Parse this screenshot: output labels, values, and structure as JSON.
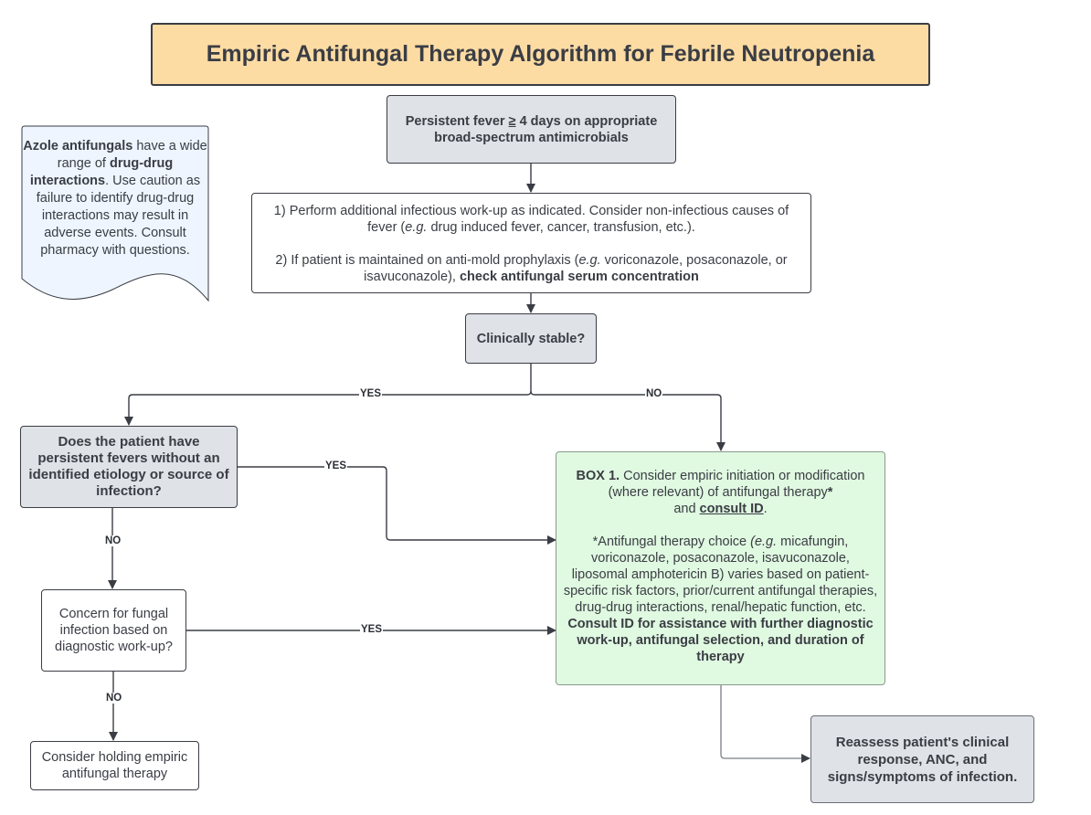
{
  "title": "Empiric Antifungal Therapy Algorithm for Febrile Neutropenia",
  "note": {
    "bold1": "Azole antifungals",
    "t1": " have a wide range of ",
    "bold2": "drug-drug interactions",
    "t2": ". Use caution as failure to identify drug-drug interactions may result in adverse events. Consult pharmacy with questions."
  },
  "start": {
    "t1": "Persistent fever ",
    "ge": "≥",
    "t2": " 4 days on appropriate broad-spectrum antimicrobials"
  },
  "workup": {
    "p1_a": "1) Perform additional infectious work-up as indicated. Consider non-infectious causes of fever (",
    "p1_eg": "e.g.",
    "p1_b": " drug induced fever, cancer, transfusion, etc.).",
    "p2_a": "2) If patient is maintained on anti-mold prophylaxis (",
    "p2_eg": "e.g.",
    "p2_b": " voriconazole, posaconazole, or isavuconazole), ",
    "p2_bold": "check antifungal serum concentration"
  },
  "stable": {
    "text": "Clinically stable?"
  },
  "persistent": {
    "text": "Does the patient have persistent fevers without an identified etiology or source of infection?"
  },
  "concern": {
    "text": "Concern for fungal infection based on diagnostic work-up?"
  },
  "hold": {
    "text": "Consider holding empiric antifungal therapy"
  },
  "box1": {
    "label": "BOX 1.",
    "l1": " Consider empiric initiation or modification (where relevant) of antifungal therapy",
    "star": "*",
    "and": "and ",
    "consult": "consult ID",
    "period": ".",
    "p2_star": "*Antifungal therapy choice ",
    "p2_eg": "(e.g.",
    "p2_a": " micafungin, voriconazole, posaconazole, isavuconazole, liposomal amphotericin B) varies based on patient-specific risk factors, prior/current antifungal therapies, drug-drug interactions, renal/hepatic function, etc. ",
    "p2_bold": "Consult ID for assistance with further diagnostic work-up, antifungal selection, and duration of therapy"
  },
  "reassess": {
    "text": "Reassess patient's clinical response, ANC, and signs/symptoms of infection."
  },
  "labels": {
    "stable_yes": "YES",
    "stable_no": "NO",
    "persistent_yes": "YES",
    "persistent_no": "NO",
    "concern_yes": "YES",
    "concern_no": "NO"
  },
  "colors": {
    "title_bg": "#fddca4",
    "decision_bg": "#dfe2e7",
    "box1_bg": "#e0f9e1",
    "note_bg": "#eef5fe",
    "line": "#3a3d44"
  }
}
